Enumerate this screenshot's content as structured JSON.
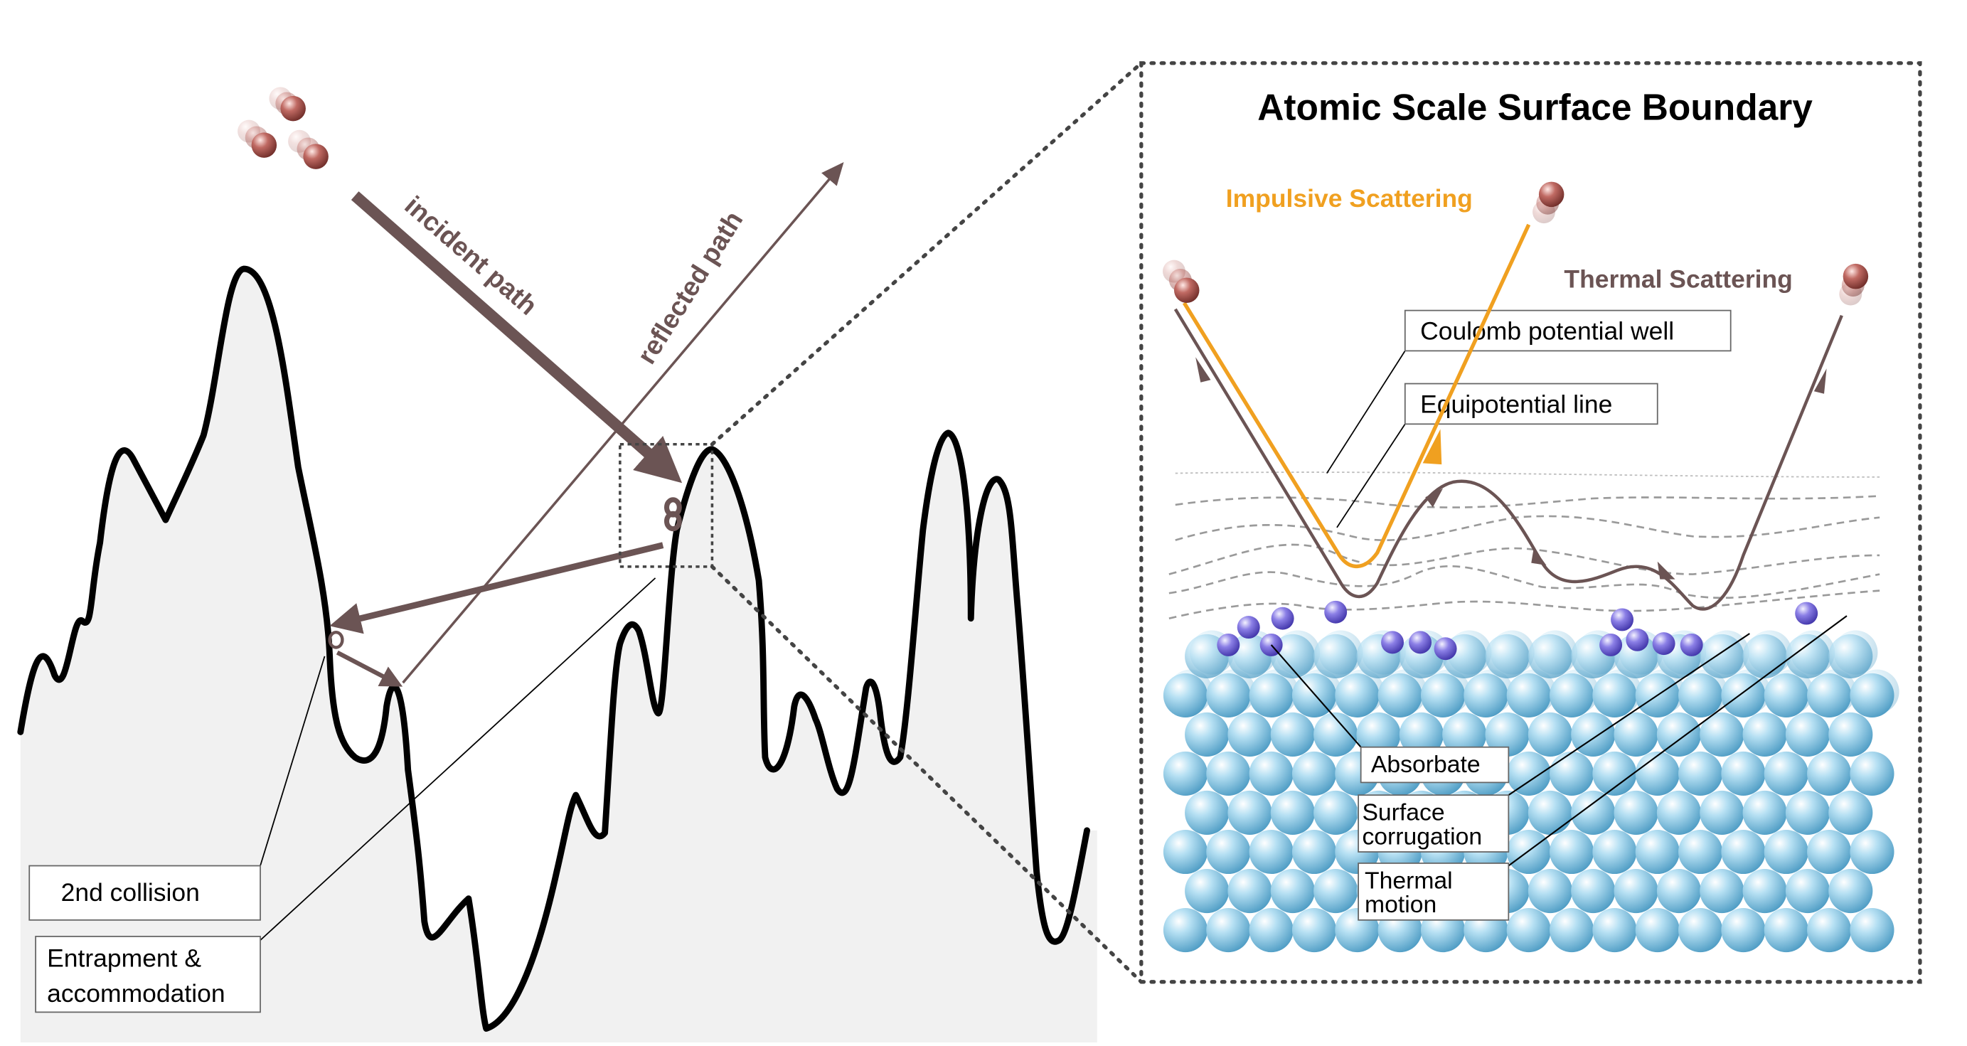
{
  "figure": {
    "incident_path_label": "incident path",
    "reflected_path_label": "reflected path",
    "second_collision_label": "2nd collision",
    "entrapment_line1": "Entrapment &",
    "entrapment_line2": "accommodation"
  },
  "inset": {
    "title": "Atomic Scale Surface Boundary",
    "impulsive_label": "Impulsive Scattering",
    "thermal_label": "Thermal Scattering",
    "coulomb_label": "Coulomb potential well",
    "equipotential_label": "Equipotential line",
    "absorbate_label": "Absorbate",
    "corrugation_line1": "Surface",
    "corrugation_line2": "corrugation",
    "thermal_motion_line1": "Thermal",
    "thermal_motion_line2": "motion"
  },
  "colors": {
    "path_brown": "#6b5454",
    "impulsive_orange": "#f0a020",
    "surface_fill": "#f1f1f1",
    "atom_blue": "#8ccbe8",
    "absorbate_purple": "#7c6fd8",
    "particle_red": "#b5655f"
  }
}
